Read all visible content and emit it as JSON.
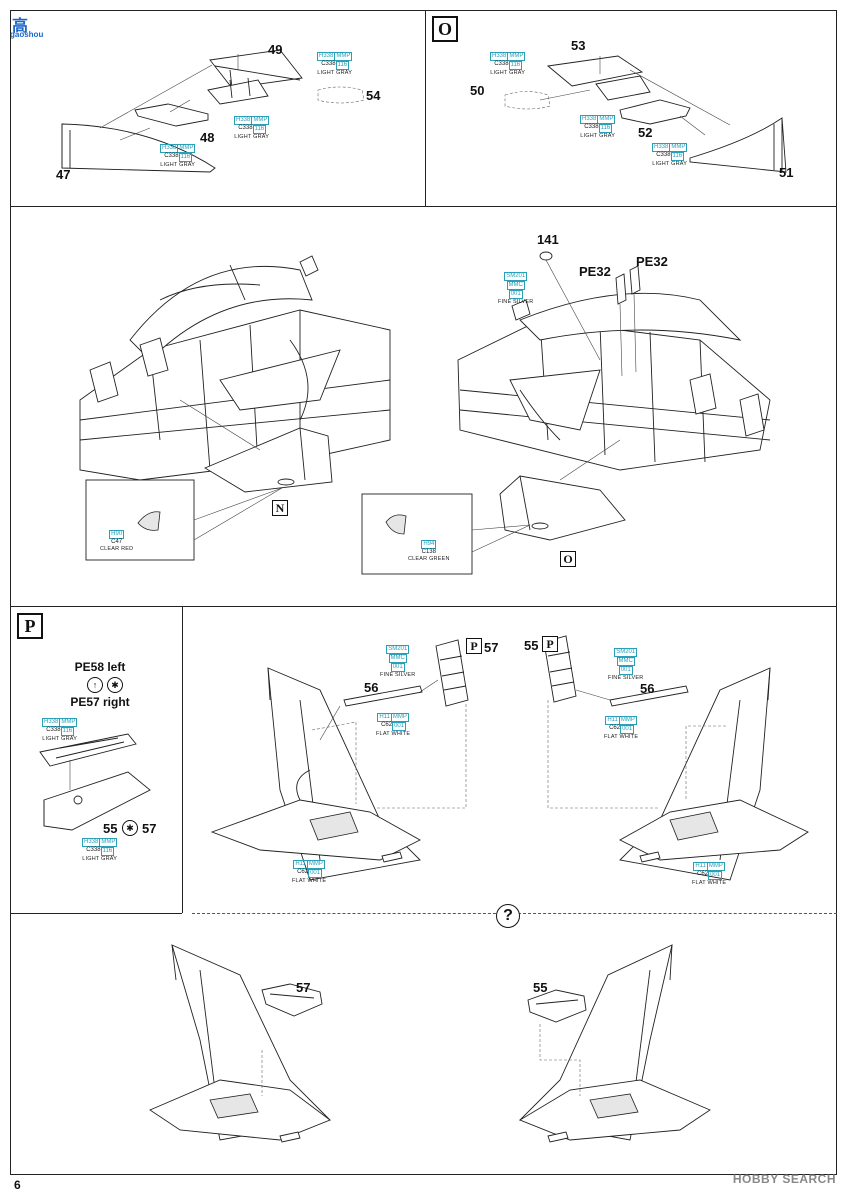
{
  "watermark": {
    "line1": "高",
    "line2": "gaoshou"
  },
  "footer": {
    "page": "6",
    "brand": "HOBBY SEARCH"
  },
  "boxes": {
    "O_top": "O",
    "N": "N",
    "O_mid": "O",
    "P_main": "P",
    "P_small_left": "P",
    "P_small_right": "P"
  },
  "question": "?",
  "parts": {
    "p49": "49",
    "p54": "54",
    "p48": "48",
    "p47": "47",
    "p53": "53",
    "p50": "50",
    "p52": "52",
    "p51": "51",
    "p141": "141",
    "pe32a": "PE32",
    "pe32b": "PE32",
    "p56a": "56",
    "p57a": "57",
    "p55a": "55",
    "p56b": "56",
    "p55_57_a": "55",
    "p55_57_b": "57",
    "p57b": "57",
    "p55b": "55"
  },
  "step_P": {
    "line1": "PE58 left",
    "line2": "PE57 right"
  },
  "paints": {
    "light_gray": {
      "h": "H338",
      "m": "MMP",
      "c": "C338",
      "g": "116",
      "name": "LIGHT GRAY"
    },
    "fine_silver": {
      "h": "SM201",
      "m": "MMC",
      "g": "001",
      "name": "FINE SILVER"
    },
    "clear_red": {
      "h": "H90",
      "c": "C47",
      "name": "CLEAR RED"
    },
    "clear_green": {
      "h": "H94",
      "c": "C138",
      "name": "CLEAR GREEN"
    },
    "flat_white": {
      "h": "H11",
      "m": "MMP",
      "c": "C62",
      "g": "001",
      "name": "FLAT WHITE"
    }
  }
}
